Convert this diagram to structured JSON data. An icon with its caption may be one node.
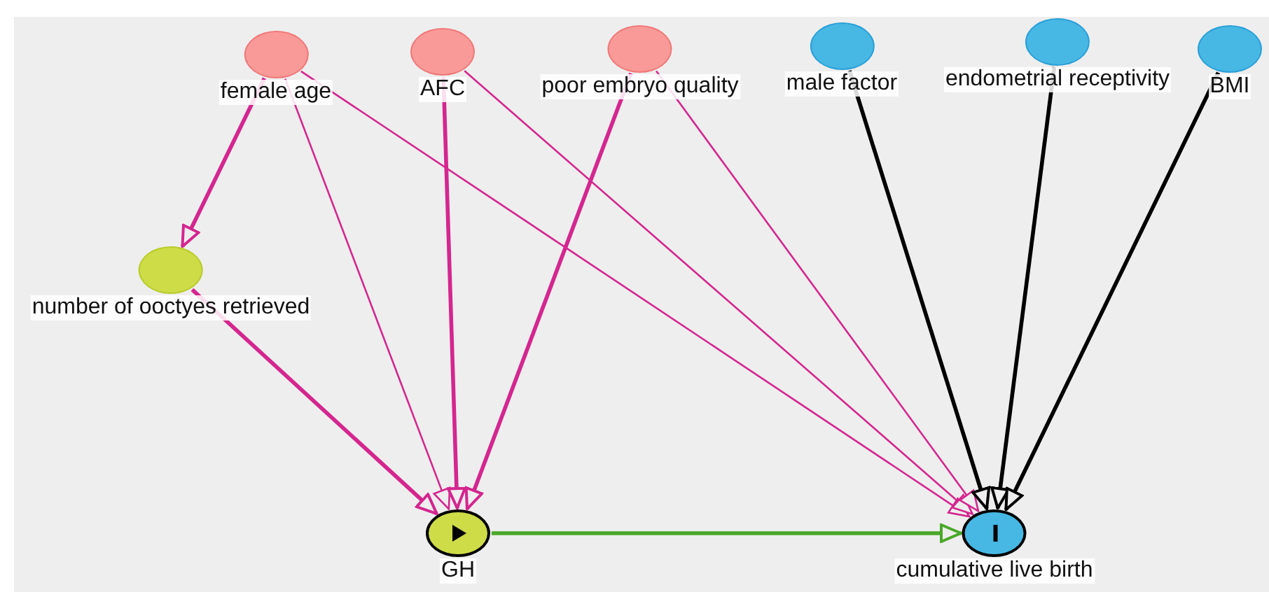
{
  "diagram": {
    "nodes": [
      {
        "text": [
          "female age"
        ]
      },
      {
        "text": [
          "AFC"
        ]
      },
      {
        "text": [
          "poor embryo quality"
        ]
      },
      {
        "text": [
          "male factor"
        ]
      },
      {
        "text": [
          "endometrial receptivity"
        ]
      },
      {
        "text": [
          "BMI"
        ]
      },
      {
        "text": [
          "number of ooctyes retrieved"
        ]
      },
      {
        "text": [
          "GH"
        ]
      },
      {
        "text": [
          "cumulative live birth"
        ]
      }
    ],
    "edges": [
      {
        "from": 0,
        "to": 6,
        "arrow": "to"
      },
      {
        "from": 0,
        "to": 7,
        "arrow": "to"
      },
      {
        "from": 0,
        "to": 8,
        "arrow": "to"
      },
      {
        "from": 1,
        "to": 7,
        "arrow": "to"
      },
      {
        "from": 1,
        "to": 8,
        "arrow": "to"
      },
      {
        "from": 2,
        "to": 7,
        "arrow": "to"
      },
      {
        "from": 2,
        "to": 8,
        "arrow": "to"
      },
      {
        "from": 6,
        "to": 7,
        "arrow": "to"
      },
      {
        "from": 3,
        "to": 8,
        "arrow": "to",
        "color": "#000000"
      },
      {
        "from": 4,
        "to": 8,
        "arrow": "to",
        "color": "#000000"
      },
      {
        "from": 5,
        "to": 8,
        "arrow": "to",
        "color": "#000000"
      },
      {
        "from": 7,
        "to": 8,
        "arrow": "to",
        "color": "#4aa82a"
      }
    ]
  }
}
